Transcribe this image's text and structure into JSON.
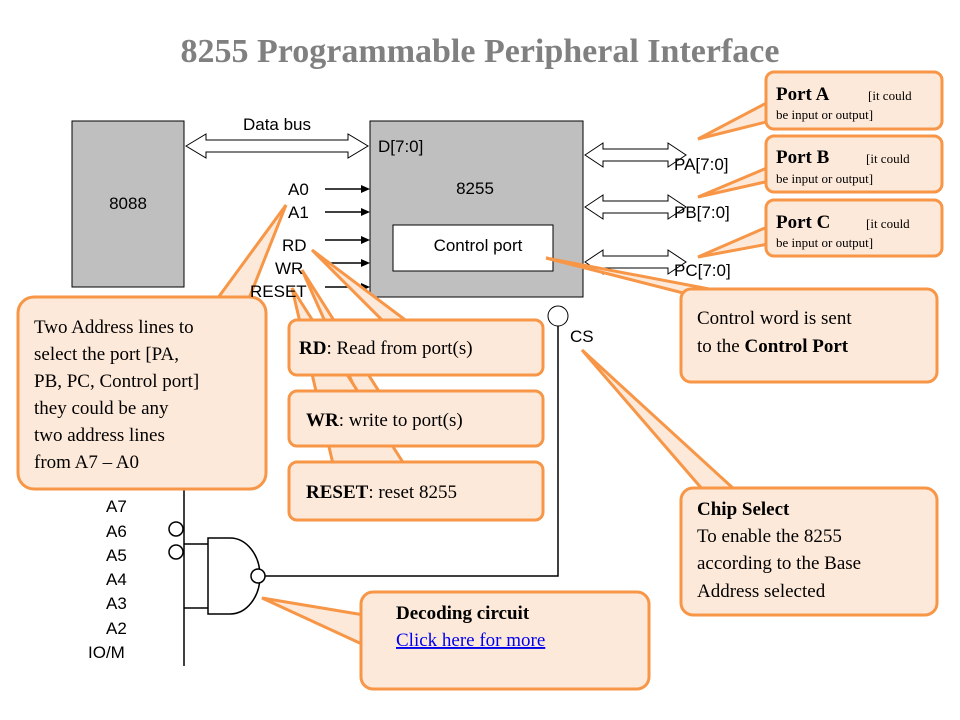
{
  "title": "8255 Programmable Peripheral Interface",
  "blocks": {
    "cpu": "8088",
    "ppi": "8255",
    "control_port": "Control port",
    "data_bus": "Data bus",
    "d_bus": "D[7:0]"
  },
  "pins": {
    "a0": "A0",
    "a1": "A1",
    "rd": "RD",
    "wr": "WR",
    "reset": "RESET",
    "cs": "CS",
    "pa": "PA[7:0]",
    "pb": "PB[7:0]",
    "pc": "PC[7:0]"
  },
  "address_lines": [
    "A7",
    "A6",
    "A5",
    "A4",
    "A3",
    "A2",
    "IO/M"
  ],
  "callouts": {
    "port_a": {
      "name": "Port A",
      "note_1": "[it could",
      "note_2": "be input or output]"
    },
    "port_b": {
      "name": "Port B",
      "note_1": "[it could",
      "note_2": "be input or output]"
    },
    "port_c": {
      "name": "Port C",
      "note_1": "[it could",
      "note_2": "be input or output]"
    },
    "control_word": {
      "line1_pre": "Control word is sent",
      "line2_pre": "to the ",
      "line2_bold": "Control Port"
    },
    "address": {
      "lines": [
        "Two Address lines to",
        "select the port [PA,",
        "PB, PC, Control port]",
        "they could be any",
        "two address lines",
        "from A7 – A0"
      ]
    },
    "rd": {
      "bold": "RD",
      "rest": ": Read from port(s)"
    },
    "wr": {
      "bold": "WR",
      "rest": ": write to port(s)"
    },
    "reset": {
      "bold": "RESET",
      "rest": ": reset 8255"
    },
    "chip_select": {
      "heading": "Chip Select",
      "lines": [
        "To enable the 8255",
        "according to the Base",
        "Address selected"
      ]
    },
    "decoding": {
      "heading": "Decoding circuit",
      "link": "Click here for more"
    }
  },
  "colors": {
    "callout_fill": "#fde9d9",
    "callout_border": "#f79646",
    "block_fill": "#bfbfbf",
    "title": "#808080",
    "link": "#0000ee"
  }
}
